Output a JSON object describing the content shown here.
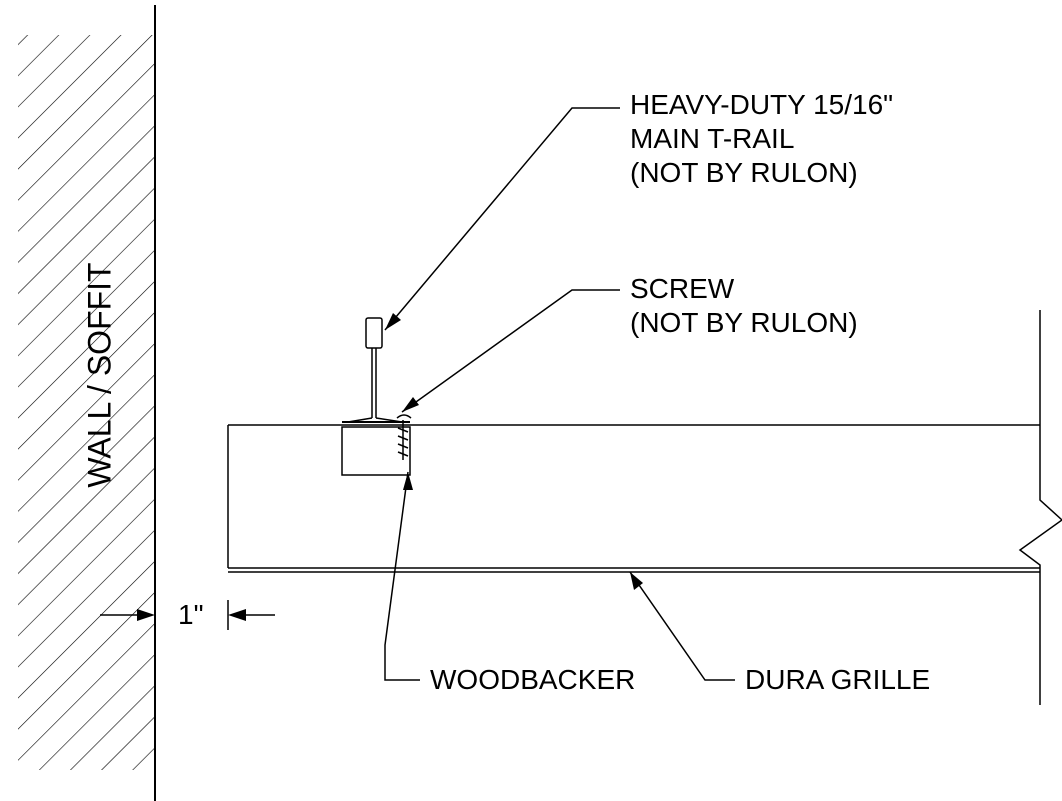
{
  "labels": {
    "wall": "WALL / SOFFIT",
    "tRail": [
      "HEAVY-DUTY 15/16\"",
      "MAIN T-RAIL",
      "(NOT BY RULON)"
    ],
    "screw": [
      "SCREW",
      "(NOT BY RULON)"
    ],
    "woodbacker": "WOODBACKER",
    "duraGrille": "DURA GRILLE",
    "dimension": "1\""
  },
  "colors": {
    "line": "#000000",
    "background": "#ffffff"
  }
}
